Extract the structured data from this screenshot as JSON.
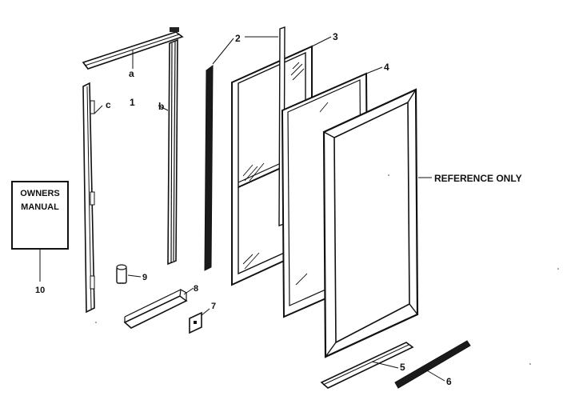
{
  "diagram": {
    "labels": {
      "part_1": "1",
      "part_2": "2",
      "part_3": "3",
      "part_4": "4",
      "part_5": "5",
      "part_6": "6",
      "part_7": "7",
      "part_8": "8",
      "part_9": "9",
      "part_10": "10",
      "part_a": "a",
      "part_b": "b",
      "part_c": "c",
      "reference": "REFERENCE ONLY"
    },
    "manual": {
      "line1": "OWNERS",
      "line2": "MANUAL"
    }
  }
}
